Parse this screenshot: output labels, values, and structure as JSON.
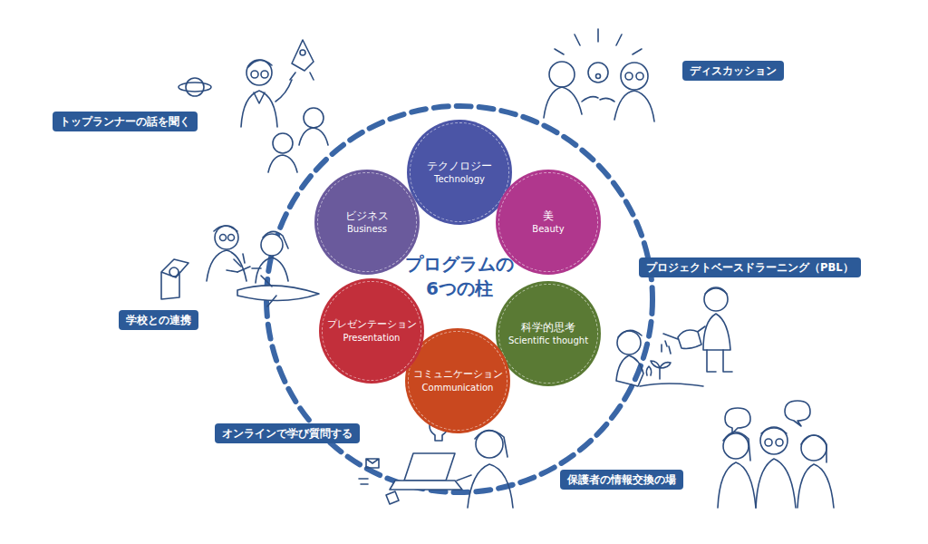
{
  "diagram": {
    "title": "プログラムの 6つの柱",
    "nodes": [
      {
        "text": [
          "テクノロジー",
          "Technology"
        ]
      },
      {
        "text": [
          "美",
          "Beauty"
        ]
      },
      {
        "text": [
          "科学的思考",
          "Scientific thought"
        ]
      },
      {
        "text": [
          "コミュニケーション",
          "Communication"
        ]
      },
      {
        "text": [
          "プレゼンテーション",
          "Presentation"
        ]
      },
      {
        "text": [
          "ビジネス",
          "Business"
        ]
      },
      {
        "text": [
          "トップランナーの話を聞く"
        ]
      },
      {
        "text": [
          "ディスカッション"
        ]
      },
      {
        "text": [
          "プロジェクトベースドラーニング（PBL）"
        ]
      },
      {
        "text": [
          "学校との連携"
        ]
      },
      {
        "text": [
          "オンラインで学び質問する"
        ]
      },
      {
        "text": [
          "保護者の情報交換の場"
        ]
      }
    ]
  }
}
